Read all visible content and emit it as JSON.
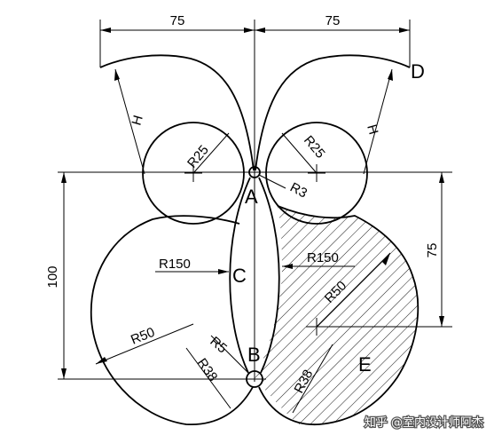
{
  "dimensions": {
    "left_width": "75",
    "right_width": "75",
    "total_height": "100",
    "right_height": "75"
  },
  "radii": {
    "top_left_circle": "R25",
    "top_right_circle": "R25",
    "point_a_arc": "R3",
    "left_arc_c": "R150",
    "right_arc_c": "R150",
    "big_left_circle": "R50",
    "big_right_circle": "R50",
    "point_b_arc": "R5",
    "left_small_arc": "R38",
    "right_small_arc": "R38",
    "wing_left": "H",
    "wing_right": "H"
  },
  "points": {
    "a": "A",
    "b": "B",
    "c": "C",
    "d": "D",
    "e": "E"
  },
  "watermark": "知乎 @室内设计师阿杰"
}
